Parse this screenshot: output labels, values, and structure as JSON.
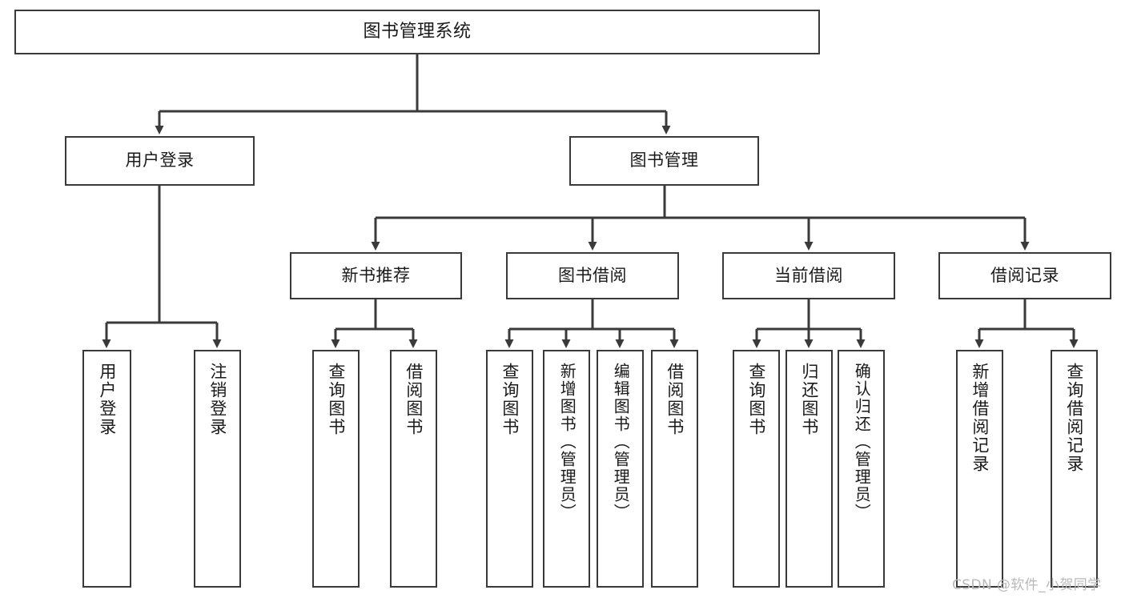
{
  "diagram": {
    "type": "tree-hierarchy",
    "title": "图书管理系统",
    "orientation": "top-down",
    "colors": {
      "box_border": "#3a3a3a",
      "box_fill": "#ffffff",
      "connector": "#3a3a3a",
      "text": "#1a1a1a",
      "watermark": "#b9b9b9"
    },
    "root": {
      "label": "图书管理系统"
    },
    "level2": [
      {
        "id": "user-login",
        "label": "用户登录"
      },
      {
        "id": "book-management",
        "label": "图书管理"
      }
    ],
    "level3": [
      {
        "id": "new-book-recommend",
        "label": "新书推荐"
      },
      {
        "id": "book-borrow",
        "label": "图书借阅"
      },
      {
        "id": "current-borrow",
        "label": "当前借阅"
      },
      {
        "id": "borrow-record",
        "label": "借阅记录"
      }
    ],
    "leaves": {
      "user_login": [
        {
          "id": "leaf-user-login",
          "label": "用户登录"
        },
        {
          "id": "leaf-logout-login",
          "label": "注销登录"
        }
      ],
      "new_book_recommend": [
        {
          "id": "leaf-query-book-1",
          "label": "查询图书"
        },
        {
          "id": "leaf-borrow-book-1",
          "label": "借阅图书"
        }
      ],
      "book_borrow": [
        {
          "id": "leaf-query-book-2",
          "label": "查询图书"
        },
        {
          "id": "leaf-add-book",
          "label": "新增图书（管理员）"
        },
        {
          "id": "leaf-edit-book",
          "label": "编辑图书（管理员）"
        },
        {
          "id": "leaf-borrow-book-2",
          "label": "借阅图书"
        }
      ],
      "current_borrow": [
        {
          "id": "leaf-query-book-3",
          "label": "查询图书"
        },
        {
          "id": "leaf-return-book",
          "label": "归还图书"
        },
        {
          "id": "leaf-confirm-return",
          "label": "确认归还（管理员）"
        }
      ],
      "borrow_record": [
        {
          "id": "leaf-add-record",
          "label": "新增借阅记录"
        },
        {
          "id": "leaf-query-record",
          "label": "查询借阅记录"
        }
      ]
    }
  },
  "watermark": {
    "text": "CSDN @软件_小贺同学"
  }
}
